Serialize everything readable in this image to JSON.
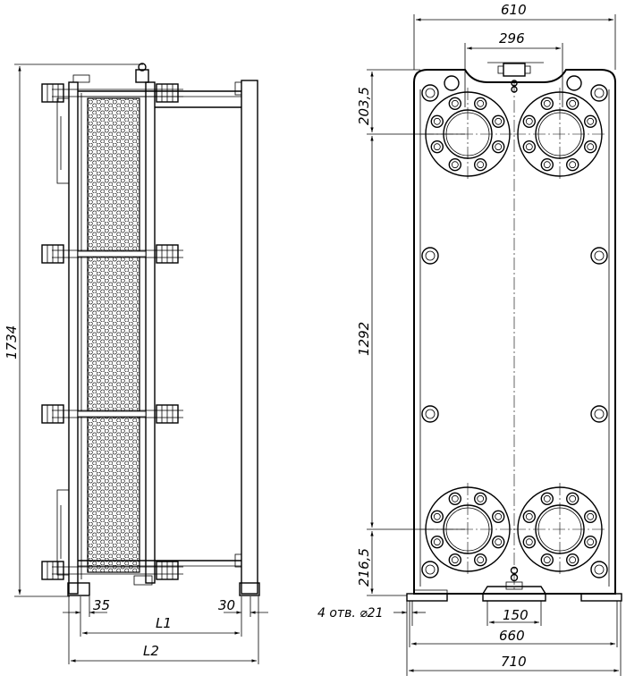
{
  "side_view": {
    "dims": {
      "total_height": "1734",
      "base_35": "35",
      "base_30": "30",
      "length_l1": "L1",
      "length_l2": "L2"
    }
  },
  "front_view": {
    "dims": {
      "overall_width": "610",
      "port_spacing": "296",
      "top_offset": "203,5",
      "port_vertical_spacing": "1292",
      "bottom_offset": "216,5",
      "holes_note": "4 отв. ⌀21",
      "foot_width": "150",
      "foot_span": "660",
      "base_width": "710"
    }
  }
}
